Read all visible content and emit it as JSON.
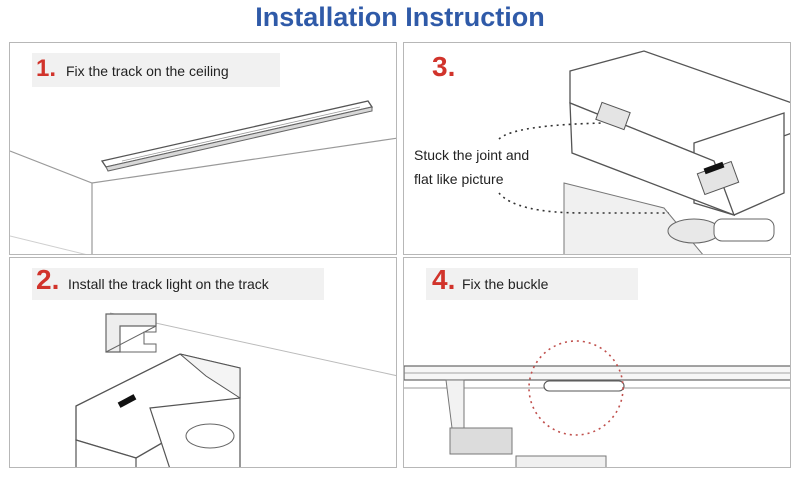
{
  "title": "Installation Instruction",
  "colors": {
    "title": "#2f5aa8",
    "step_number": "#d1332b",
    "panel_border": "#b7b7b7",
    "dotted_circle": "#c0504d"
  },
  "steps": [
    {
      "number": "1.",
      "text": "Fix the track on the ceiling"
    },
    {
      "number": "2.",
      "text": "Install the track light on the track"
    },
    {
      "number": "3.",
      "text_line1": "Stuck the joint and",
      "text_line2": "flat like picture"
    },
    {
      "number": "4.",
      "text": "Fix the buckle"
    }
  ]
}
